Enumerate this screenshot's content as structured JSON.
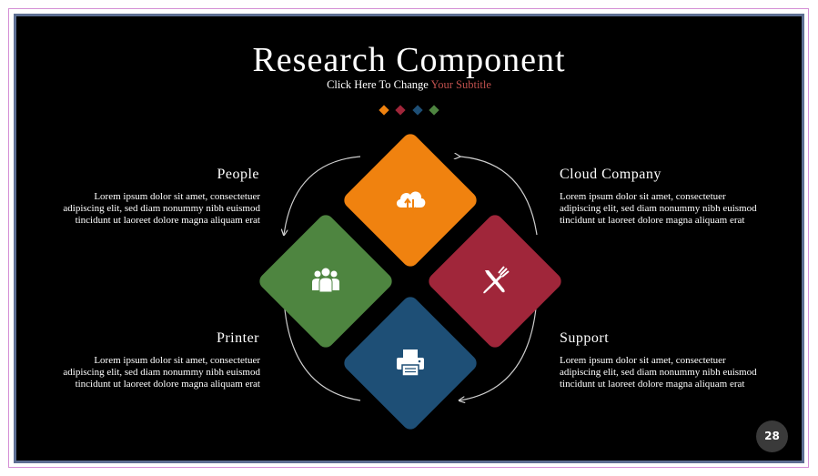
{
  "slide": {
    "title": "Research Component",
    "subtitle_prefix": "Click Here To Change ",
    "subtitle_accent": "Your Subtitle",
    "page_number": "28"
  },
  "colors": {
    "orange": "#f0820f",
    "red": "#a0263a",
    "blue": "#1e4f76",
    "green": "#4e8540",
    "accent_text": "#c0504d"
  },
  "markers": [
    "orange",
    "red",
    "blue",
    "green"
  ],
  "items": {
    "people": {
      "title": "People",
      "text": "Lorem ipsum dolor sit amet, consectetuer adipiscing elit, sed diam nonummy nibh euismod tincidunt ut laoreet dolore magna aliquam erat",
      "icon": "people-group-icon"
    },
    "cloud": {
      "title": "Cloud Company",
      "text": "Lorem ipsum dolor sit amet, consectetuer adipiscing elit, sed diam nonummy nibh euismod tincidunt ut laoreet dolore magna aliquam erat",
      "icon": "cloud-sync-icon"
    },
    "printer": {
      "title": "Printer",
      "text": "Lorem ipsum dolor sit amet, consectetuer adipiscing elit, sed diam nonummy nibh euismod tincidunt ut laoreet dolore magna aliquam erat",
      "icon": "printer-icon"
    },
    "support": {
      "title": "Support",
      "text": "Lorem ipsum dolor sit amet, consectetuer adipiscing elit, sed diam nonummy nibh euismod tincidunt ut laoreet dolore magna aliquam erat",
      "icon": "tools-icon"
    }
  }
}
